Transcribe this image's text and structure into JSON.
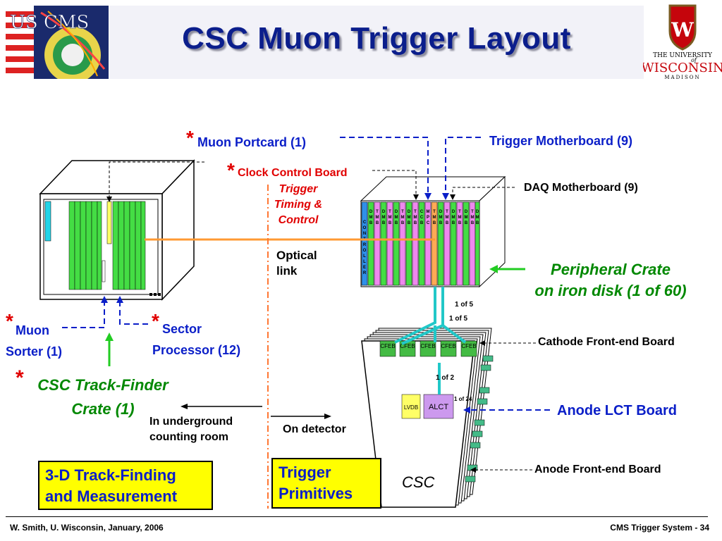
{
  "header": {
    "title": "CSC Muon Trigger Layout",
    "left_logo_text": "US CMS",
    "right_logo": {
      "line1": "THE UNIVERSITY",
      "line2": "of",
      "line3": "WISCONSIN",
      "line4": "MADISON"
    }
  },
  "labels": {
    "muon_portcard_star": "*",
    "muon_portcard": "Muon Portcard (1)",
    "clock_control_star": "*",
    "clock_control": "Clock Control Board",
    "trigger_timing": [
      "Trigger",
      "Timing &",
      "Control"
    ],
    "trigger_motherboard": "Trigger Motherboard (9)",
    "daq_motherboard": "DAQ Motherboard (9)",
    "optical_link": [
      "Optical",
      "link"
    ],
    "peripheral_crate": [
      "Peripheral Crate",
      "on iron disk (1 of 60)"
    ],
    "one_of_5_a": "1 of 5",
    "one_of_5_b": "1 of 5",
    "cathode_feb": "Cathode Front-end Board",
    "one_of_2": "1 of 2",
    "one_of_24": "1 of 24",
    "anode_lct": "Anode LCT Board",
    "anode_feb": "Anode Front-end Board",
    "muon_sorter_star": "*",
    "muon_sorter": [
      "Muon",
      "Sorter (1)"
    ],
    "sector_proc_star": "*",
    "sector_proc": [
      "Sector",
      "Processor (12)"
    ],
    "track_finder_star": "*",
    "track_finder": [
      "CSC Track-Finder",
      "Crate (1)"
    ],
    "underground": [
      "In underground",
      "counting room"
    ],
    "on_detector": "On detector",
    "csc": "CSC",
    "lvdb": "LVDB",
    "alct": "ALCT",
    "cfeb": "CFEB",
    "controller_letters": [
      "C",
      "O",
      "N",
      "T",
      "R",
      "O",
      "L",
      "L",
      "E",
      "R"
    ],
    "card_letters": [
      [
        "D",
        "M",
        "B"
      ],
      [
        "T",
        "M",
        "B"
      ],
      [
        "D",
        "M",
        "B"
      ],
      [
        "T",
        "M",
        "B"
      ],
      [
        "D",
        "M",
        "B"
      ],
      [
        "T",
        "M",
        "B"
      ],
      [
        "D",
        "M",
        "B"
      ],
      [
        "T",
        "M",
        "B"
      ],
      [
        "C",
        "C",
        "B"
      ],
      [
        "M",
        "P",
        "C"
      ],
      [
        "T",
        "M",
        "B"
      ],
      [
        "D",
        "M",
        "B"
      ],
      [
        "T",
        "M",
        "B"
      ],
      [
        "D",
        "M",
        "B"
      ],
      [
        "T",
        "M",
        "B"
      ],
      [
        "D",
        "M",
        "B"
      ],
      [
        "T",
        "M",
        "B"
      ],
      [
        "D",
        "M",
        "B"
      ]
    ],
    "box_3d": [
      "3-D Track-Finding",
      "and Measurement"
    ],
    "box_trigger": [
      "Trigger",
      "Primitives"
    ]
  },
  "footer": {
    "left": "W. Smith, U. Wisconsin, January, 2006",
    "right": "CMS Trigger System -  34"
  },
  "colors": {
    "title": "#0b1e8c",
    "blue_text": "#0a1ec8",
    "red_text": "#e10000",
    "green_text": "#008800",
    "orange_link": "#ff9933",
    "cyan_link": "#22c8c8",
    "card_green": "#44dd44",
    "card_pink": "#ee88ee",
    "box_fill": "#ffff00"
  }
}
